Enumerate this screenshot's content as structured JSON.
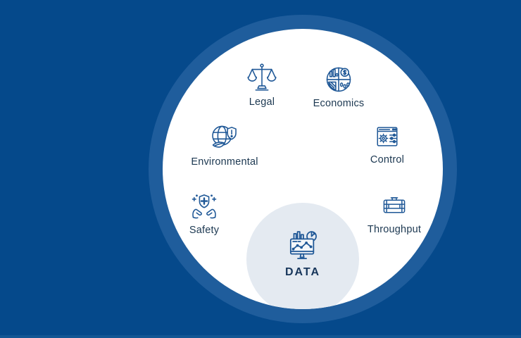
{
  "scene": {
    "background_color": "#05498B",
    "ring_color": "#1F5D9C",
    "inner_circle_color": "#FFFFFF",
    "center_circle_color": "#E4EAF1",
    "icon_stroke_color": "#1E5796",
    "label_color": "#1C3851",
    "bottom_strip_color": "#135694"
  },
  "items": [
    {
      "id": "legal",
      "label": "Legal",
      "icon": "justice-scales-icon"
    },
    {
      "id": "economics",
      "label": "Economics",
      "icon": "economics-pie-chart-icon"
    },
    {
      "id": "environmental",
      "label": "Environmental",
      "icon": "globe-shield-leaf-icon"
    },
    {
      "id": "control",
      "label": "Control",
      "icon": "settings-window-icon"
    },
    {
      "id": "safety",
      "label": "Safety",
      "icon": "hands-holding-shield-icon"
    },
    {
      "id": "throughput",
      "label": "Throughput",
      "icon": "oil-barrel-icon"
    }
  ],
  "center": {
    "label": "DATA",
    "icon": "analytics-monitor-icon"
  }
}
